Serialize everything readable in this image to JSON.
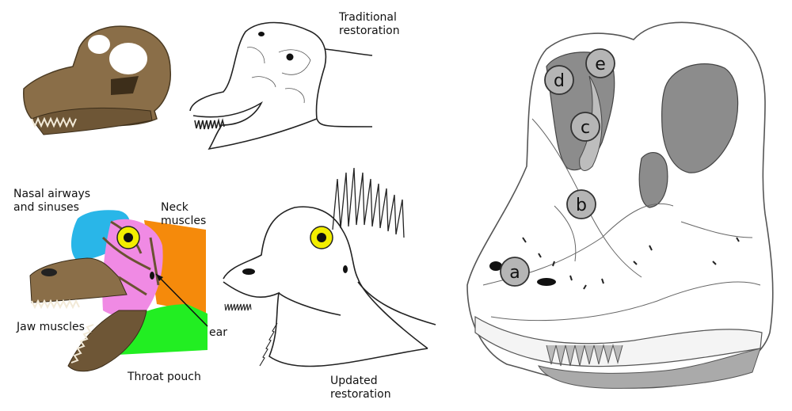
{
  "labels": {
    "traditional_line1": "Traditional",
    "traditional_line2": "restoration",
    "nasal_line1": "Nasal airways",
    "nasal_line2": "and sinuses",
    "neck_line1": "Neck",
    "neck_line2": "muscles",
    "jaw": "Jaw muscles",
    "ear": "ear",
    "throat": "Throat pouch",
    "updated_line1": "Updated",
    "updated_line2": "restoration"
  },
  "markers": [
    "a",
    "b",
    "c",
    "d",
    "e"
  ],
  "colors": {
    "nasal": "#29b6e8",
    "neck": "#f58a0b",
    "jaw": "#f08ae4",
    "throat": "#22ee22",
    "eye_yellow": "#f3ee00",
    "bone": "#8a6e48",
    "skull_gray": "#8c8c8c",
    "marker_fill": "#b5b5b5"
  }
}
